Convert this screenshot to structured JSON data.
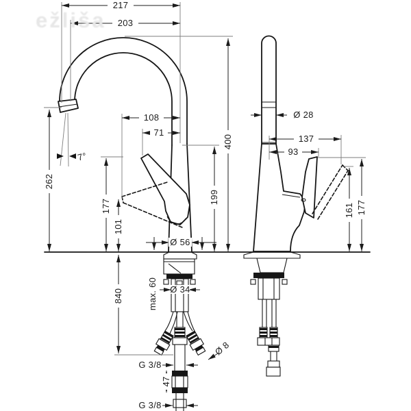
{
  "watermark": "ežliša",
  "labels": {
    "spout_reach_overall": "217",
    "spout_reach": "203",
    "d108": "108",
    "d71": "71",
    "swivel_angle": "7°",
    "spout_height": "262",
    "handle_height_front": "177",
    "d101": "101",
    "d199": "199",
    "total_height": "400",
    "base_diameter": "Ø 56",
    "hose_length": "840",
    "counter_max": "max. 60",
    "shank_diameter": "Ø 34",
    "hose_diameter": "Ø 8",
    "connection_upper": "G 3/8",
    "connector_length": "47",
    "connection_lower": "G 3/8",
    "spout_diameter": "Ø 28",
    "d137": "137",
    "d93": "93",
    "d161": "161",
    "handle_height_side": "177"
  }
}
